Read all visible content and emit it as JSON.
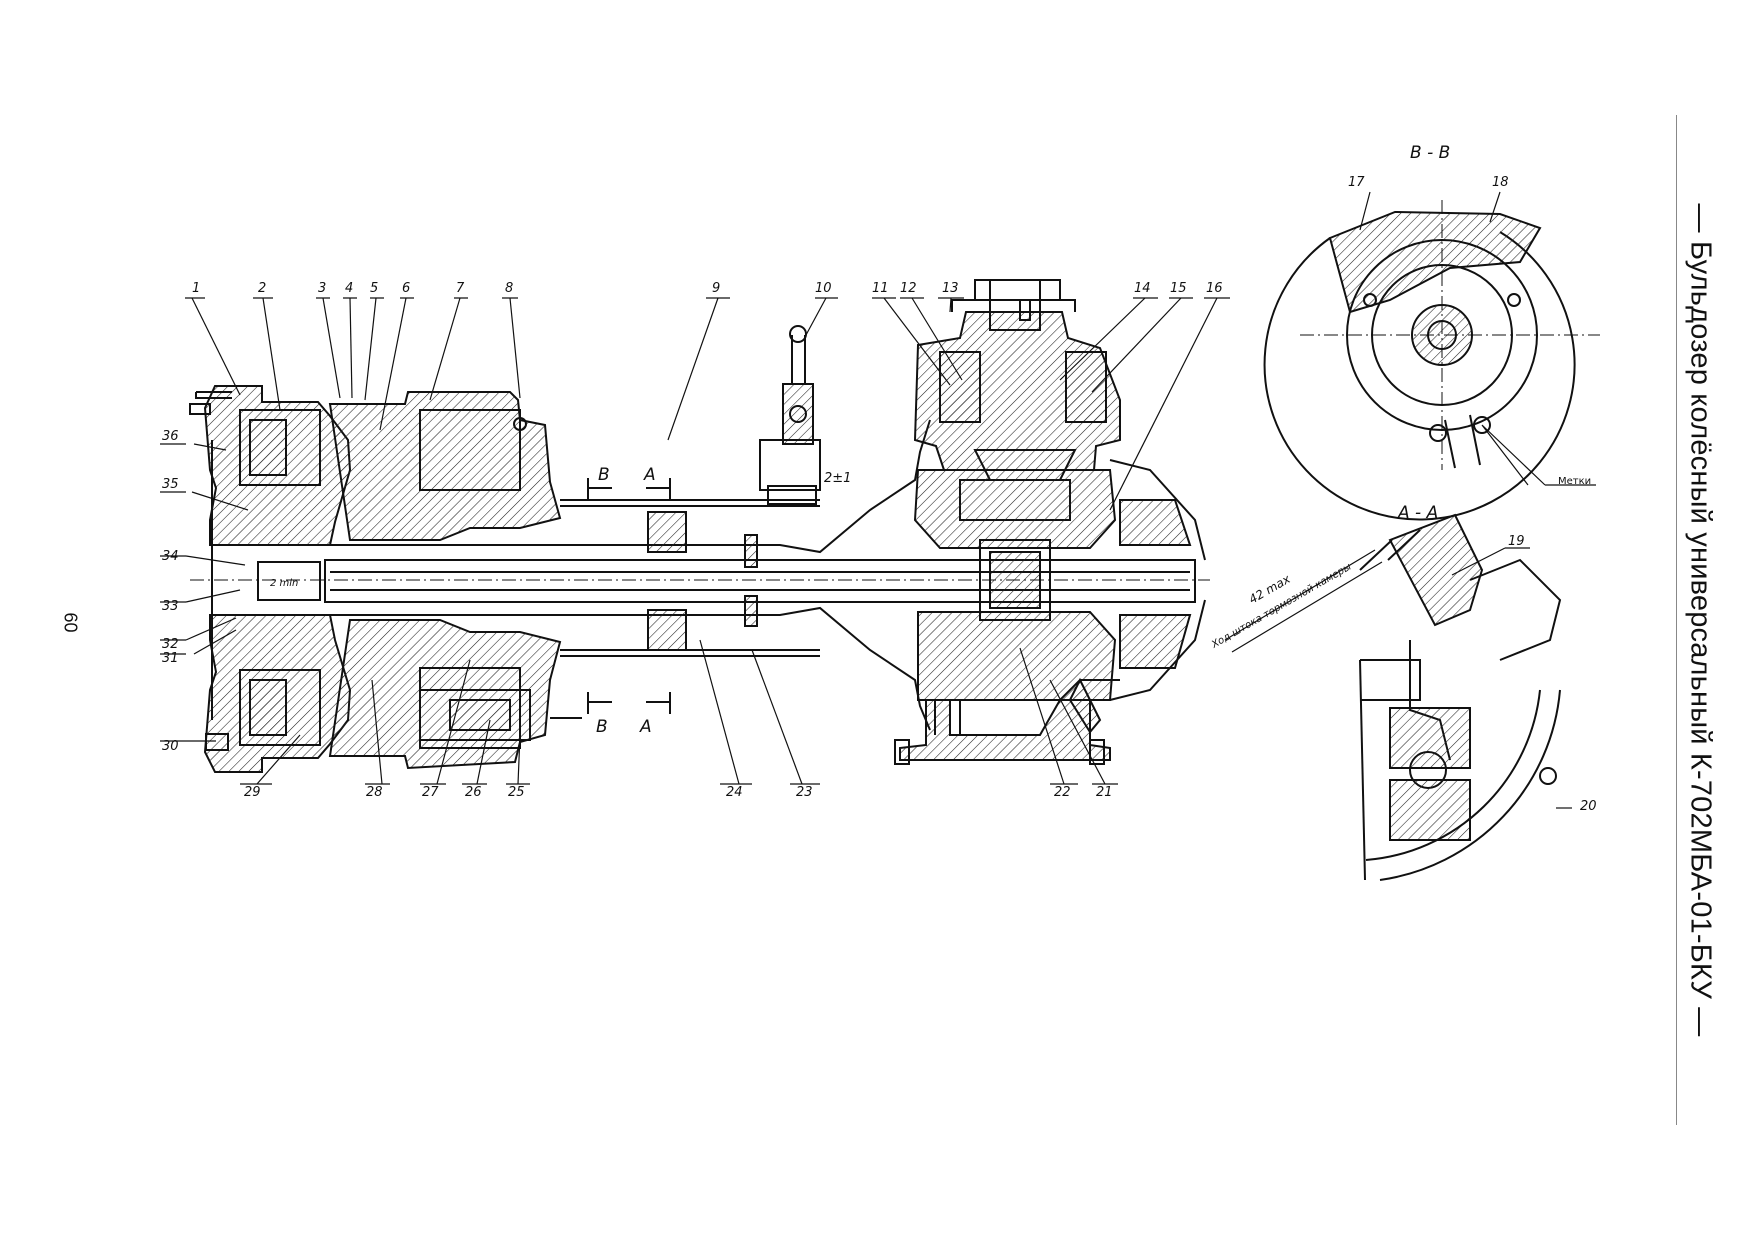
{
  "page": {
    "number": "60",
    "side_title": "— Бульдозер колёсный универсальный К-702МБА-01-БКУ —"
  },
  "callouts": [
    "1",
    "2",
    "3",
    "4",
    "5",
    "6",
    "7",
    "8",
    "9",
    "10",
    "11",
    "12",
    "13",
    "14",
    "15",
    "16",
    "17",
    "18",
    "19",
    "20",
    "21",
    "22",
    "23",
    "24",
    "25",
    "26",
    "27",
    "28",
    "29",
    "30",
    "31",
    "32",
    "33",
    "34",
    "35",
    "36"
  ],
  "section_views": {
    "bb_title": "В - В",
    "aa_title": "А - А",
    "marks_label": "Метки"
  },
  "cut_markers": {
    "b": "В",
    "a": "А"
  },
  "annotations": {
    "stroke_max": "42 max",
    "stroke_label": "Ход штока тормозной камеры",
    "ratio": "2±1",
    "gap": "2 min"
  }
}
